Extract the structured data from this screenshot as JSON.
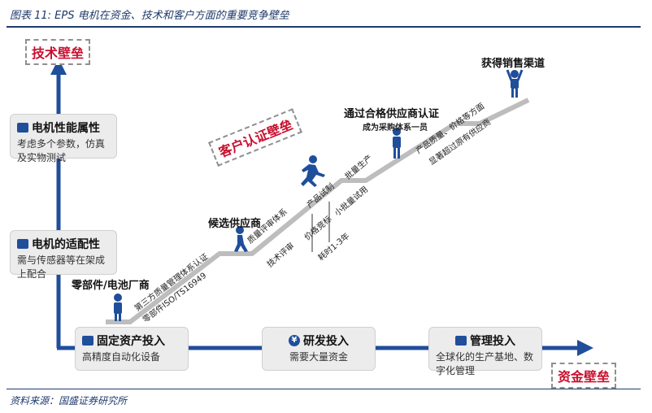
{
  "title": "图表 11:  EPS 电机在资金、技术和客户方面的重要竞争壁垒",
  "source": "资料来源：国盛证券研究所",
  "barriers": {
    "tech": "技术壁垒",
    "customer": "客户认证壁垒",
    "capital": "资金壁垒"
  },
  "tech_items": [
    {
      "head": "电机性能属性",
      "desc": "考虑多个参数，仿真及实物测试"
    },
    {
      "head": "电机的适配性",
      "desc": "需与传感器等在架成上配合"
    }
  ],
  "capital_items": [
    {
      "head": "固定资产投入",
      "desc": "高精度自动化设备"
    },
    {
      "head": "研发投入",
      "desc": "需要大量资金"
    },
    {
      "head": "管理投入",
      "desc": "全球化的生产基地、数字化管理"
    }
  ],
  "stages": {
    "s1": "零部件/电池厂商",
    "s2": "候选供应商",
    "s3": "通过合格供应商认证",
    "s3_sub": "成为采购体系一员",
    "s4": "获得销售渠道"
  },
  "slope_texts": {
    "a1": "第三方质量管理体系认证",
    "a2": "零部件ISO/TS16949",
    "b1": "质量评审体系",
    "b2": "技术评审",
    "b3": "价格竞标",
    "c1": "产品试制",
    "c2": "小批量试用",
    "c3": "批量生产",
    "c4": "耗时1-3年",
    "d1": "产品质量、价格等方面",
    "d2": "显著超过原有供应商"
  },
  "colors": {
    "accent": "#1f3a6b",
    "barrier_text": "#c8102e",
    "arrow": "#1f4e9b"
  }
}
